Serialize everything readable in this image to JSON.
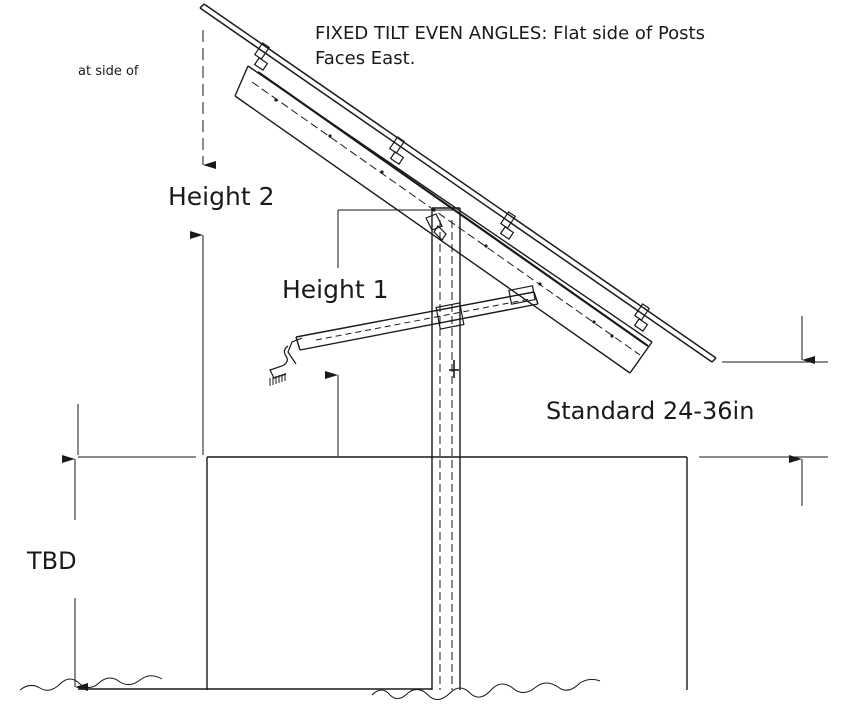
{
  "notes": {
    "main_line1": "FIXED TILT EVEN ANGLES: Flat side of Posts",
    "main_line2": "Faces East.",
    "left_fragment": "at  side  of"
  },
  "dimensions": {
    "height_2": "Height 2",
    "height_1": "Height 1",
    "clearance": "Standard 24-36in",
    "depth": "TBD"
  }
}
